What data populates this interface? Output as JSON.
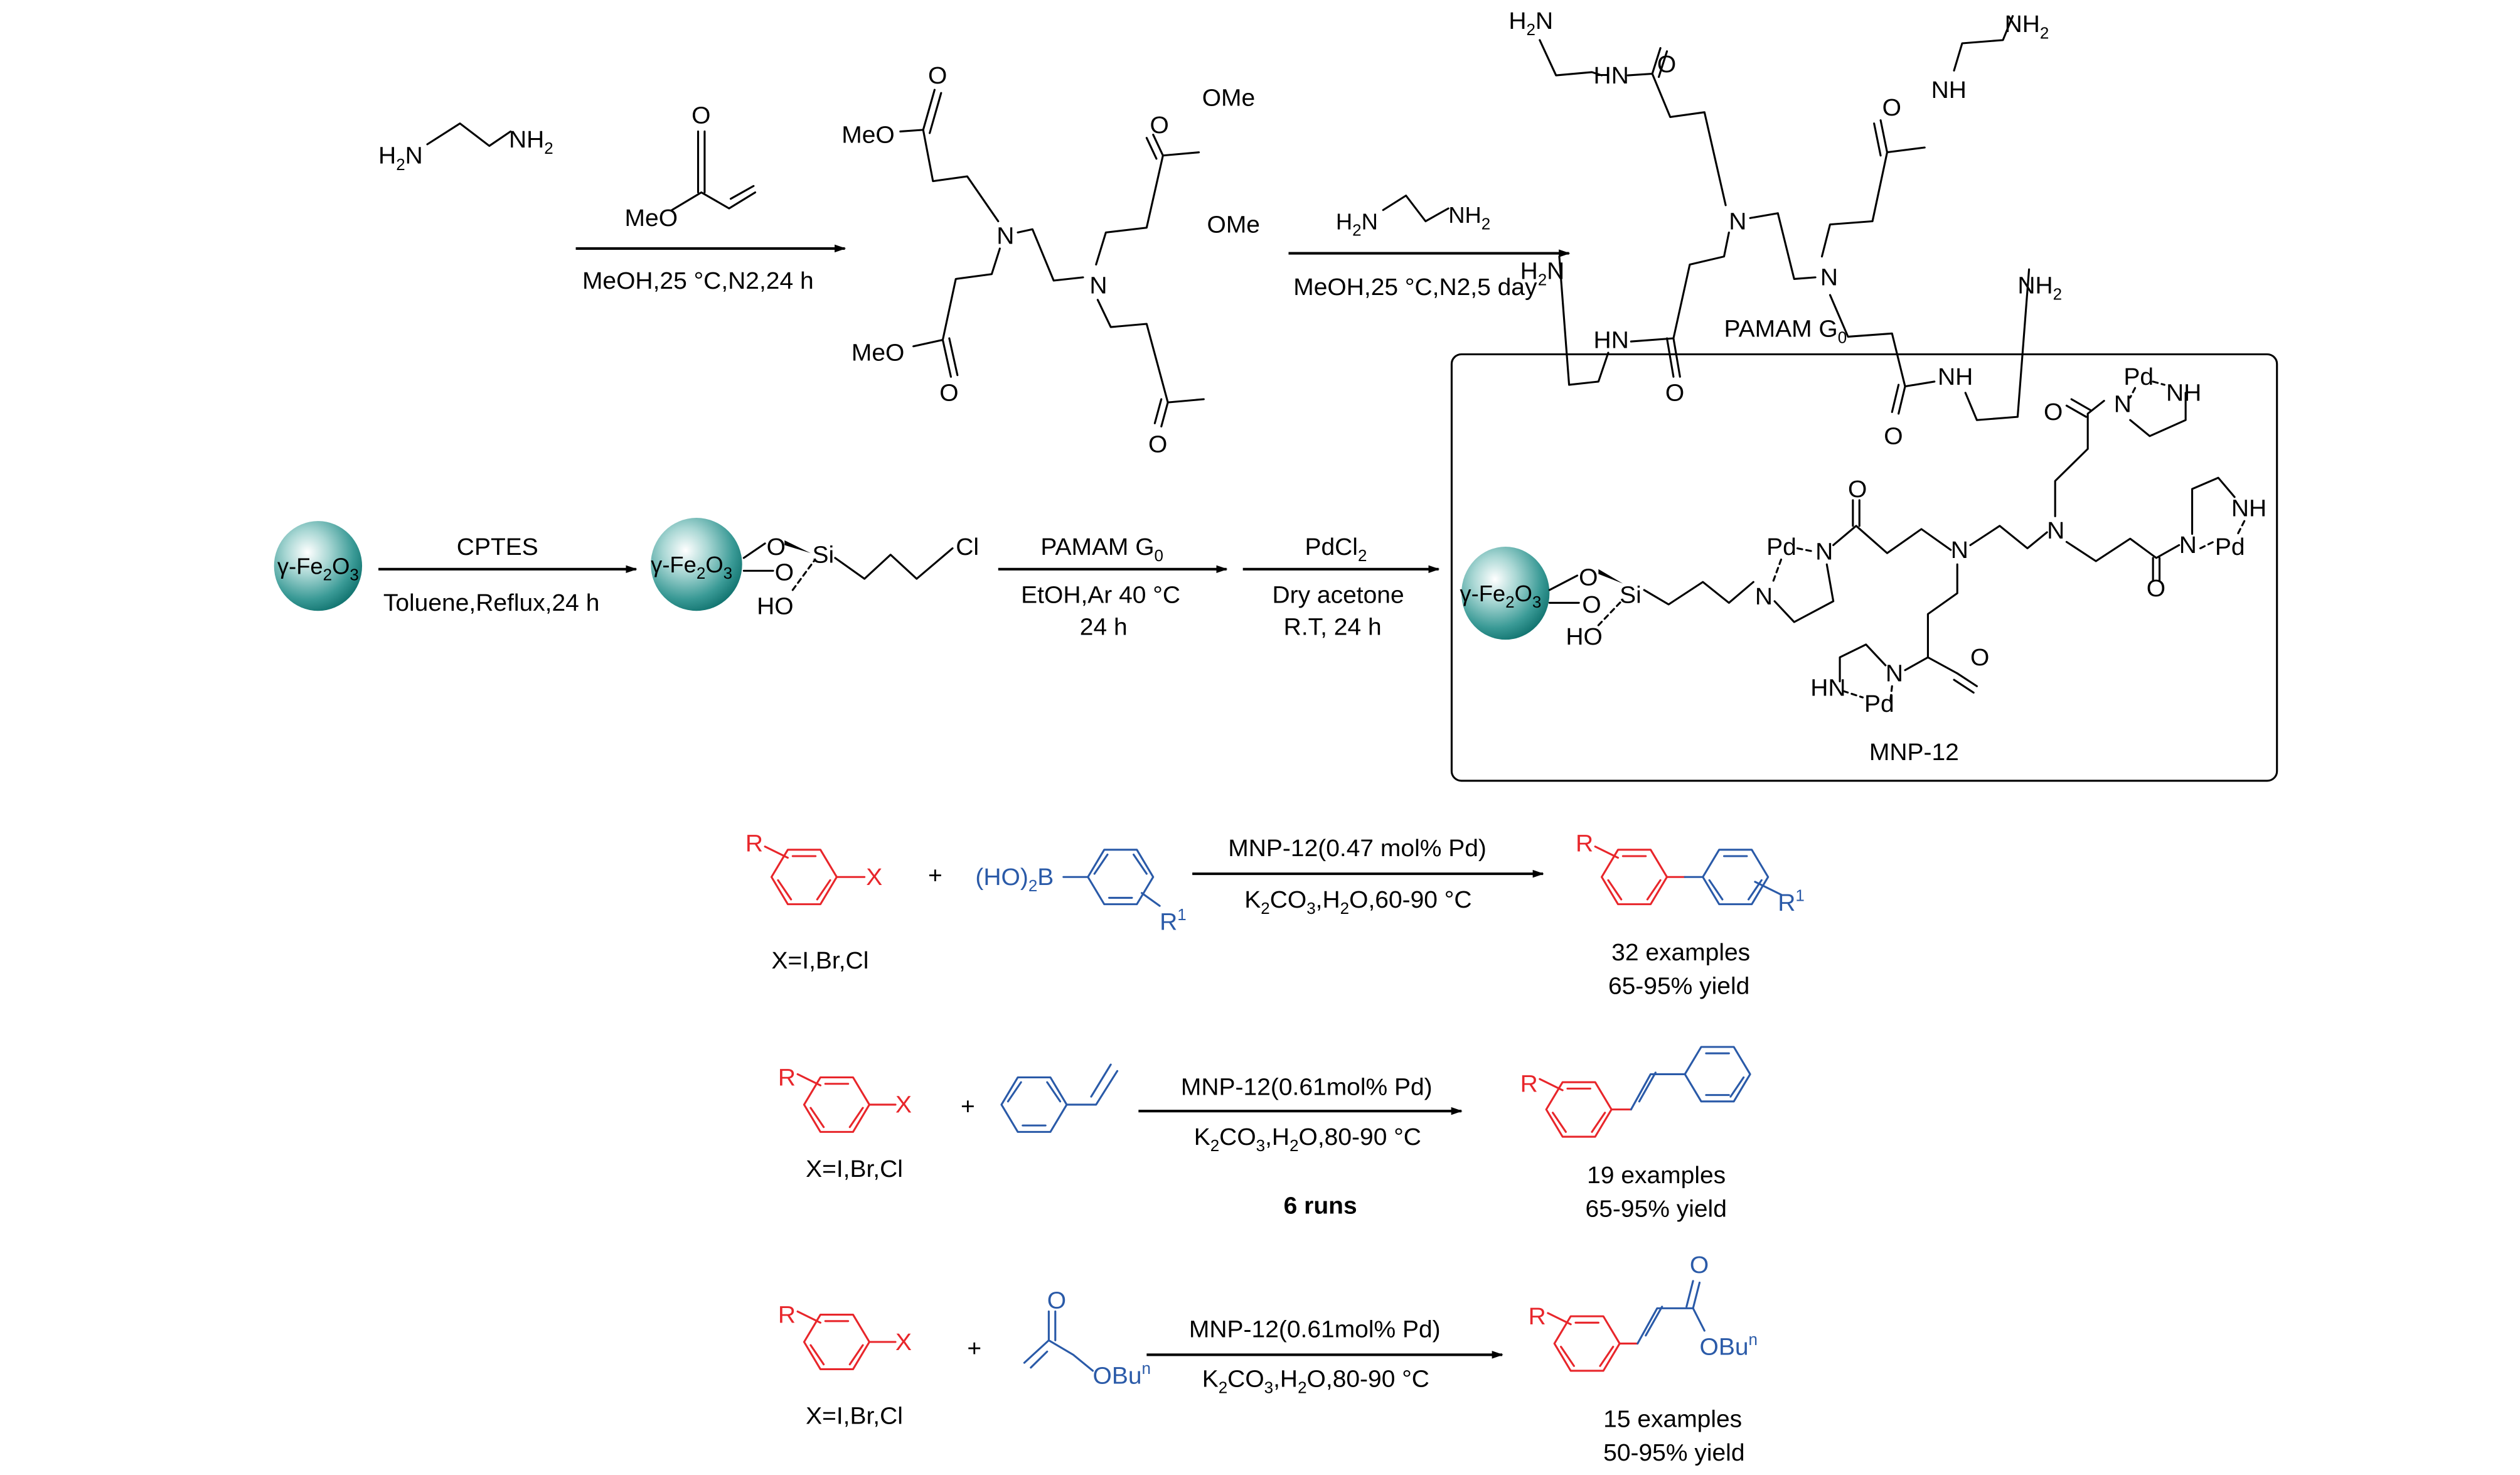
{
  "colors": {
    "aryl_halide": "#e8262b",
    "coupling_partner": "#2a5aa8",
    "nanoparticle": "#1f8a86"
  },
  "row1": {
    "reactant": {
      "label": "H2N–CH2CH2–NH2",
      "left": "H",
      "left_sub": "2",
      "left_n": "N",
      "right": "NH",
      "right_sub": "2"
    },
    "step1": {
      "reagent_meo": "MeO",
      "reagent_o": "O",
      "conditions": "MeOH,25 °C,N2,24 h"
    },
    "intermediate": {
      "meo": "MeO",
      "ome": "OMe",
      "o": "O",
      "n": "N"
    },
    "step2": {
      "reagent_h": "H",
      "reagent_sub": "2",
      "reagent_n": "N",
      "reagent_nh": "NH",
      "conditions": "MeOH,25 °C,N2,5 day"
    },
    "product": {
      "name": "PAMAM G",
      "name_sub": "0",
      "hn": "HN",
      "nh": "NH",
      "h2n_h": "H",
      "h2n_n": "N",
      "nh2": "NH",
      "two": "2",
      "o": "O",
      "n": "N"
    }
  },
  "row2": {
    "particle": {
      "gamma": "γ-Fe",
      "sub1": "2",
      "o": "O",
      "sub2": "3"
    },
    "step1": {
      "top": "CPTES",
      "bottom": "Toluene,Reflux,24 h"
    },
    "silane": {
      "o": "O",
      "si": "Si",
      "ho": "HO",
      "cl": "Cl"
    },
    "step2": {
      "top": "PAMAM G",
      "top_sub": "0",
      "bottom1": "EtOH,Ar 40 °C",
      "bottom2": "24 h"
    },
    "step3": {
      "top": "PdCl",
      "top_sub": "2",
      "bottom1": "Dry acetone",
      "bottom2": "R.T, 24 h"
    },
    "catalyst": {
      "name": "MNP-12",
      "pd": "Pd",
      "n": "N",
      "nh": "NH",
      "hn": "HN",
      "o": "O",
      "si": "Si",
      "ho": "HO"
    }
  },
  "reactions": [
    {
      "type": "Suzuki",
      "halide_r": "R",
      "halide_x": "X",
      "halide_note": "X=I,Br,Cl",
      "plus": "+",
      "partner": "(HO)",
      "partner_sub": "2",
      "partner_b": "B",
      "partner_r": "R",
      "partner_r_sup": "1",
      "catalyst": "MNP-12(0.47 mol% Pd)",
      "conditions_k": "K",
      "conditions_sub1": "2",
      "conditions_co": "CO",
      "conditions_sub2": "3",
      "conditions_h": ",H",
      "conditions_sub3": "2",
      "conditions_rest": "O,60-90 °C",
      "conditions_full": "K2CO3,H2O,60-90 °C",
      "product_r": "R",
      "product_r1": "R",
      "product_r1_sup": "1",
      "examples": "32 examples",
      "yield": "65-95% yield"
    },
    {
      "type": "Heck (styrene)",
      "halide_r": "R",
      "halide_x": "X",
      "halide_note": "X=I,Br,Cl",
      "plus": "+",
      "catalyst": "MNP-12(0.61mol% Pd)",
      "conditions_k": "K",
      "conditions_sub1": "2",
      "conditions_co": "CO",
      "conditions_sub2": "3",
      "conditions_h": ",H",
      "conditions_sub3": "2",
      "conditions_rest": "O,80-90 °C",
      "conditions_full": "K2CO3,H2O,80-90 °C",
      "runs": "6  runs",
      "product_r": "R",
      "examples": "19 examples",
      "yield": "65-95% yield"
    },
    {
      "type": "Heck (butyl acrylate)",
      "halide_r": "R",
      "halide_x": "X",
      "halide_note": "X=I,Br,Cl",
      "plus": "+",
      "partner_o": "O",
      "partner_obu": "OBu",
      "partner_sup": "n",
      "catalyst": "MNP-12(0.61mol% Pd)",
      "conditions_k": "K",
      "conditions_sub1": "2",
      "conditions_co": "CO",
      "conditions_sub2": "3",
      "conditions_h": ",H",
      "conditions_sub3": "2",
      "conditions_rest": "O,80-90 °C",
      "conditions_full": "K2CO3,H2O,80-90 °C",
      "product_r": "R",
      "product_o": "O",
      "product_obu": "OBu",
      "product_sup": "n",
      "examples": "15 examples",
      "yield": "50-95% yield"
    }
  ]
}
